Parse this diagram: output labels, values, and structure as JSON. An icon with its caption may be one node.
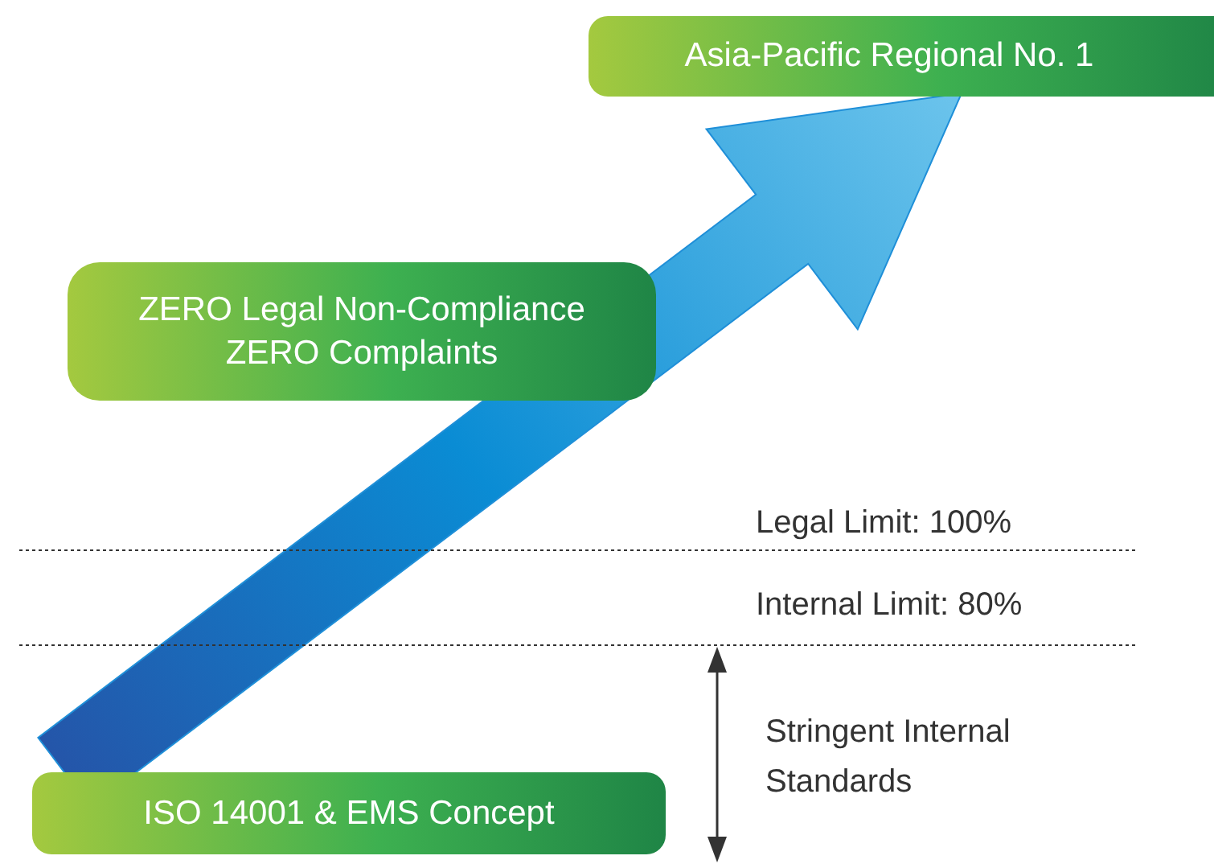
{
  "diagram": {
    "nodes": [
      {
        "text": [
          "Asia-Pacific Regional No. 1"
        ]
      },
      {
        "text": [
          "ZERO Legal Non-Compliance",
          "ZERO Complaints"
        ]
      },
      {
        "text": [
          "ISO 14001 & EMS Concept"
        ]
      }
    ],
    "edges": [
      {
        "from": 2,
        "to": 0,
        "arrow": "to",
        "style": "thick",
        "color": "#1f8fd8"
      }
    ],
    "labels": [
      "Legal Limit: 100%",
      "Internal Limit: 80%",
      "Stringent Internal Standards"
    ]
  }
}
